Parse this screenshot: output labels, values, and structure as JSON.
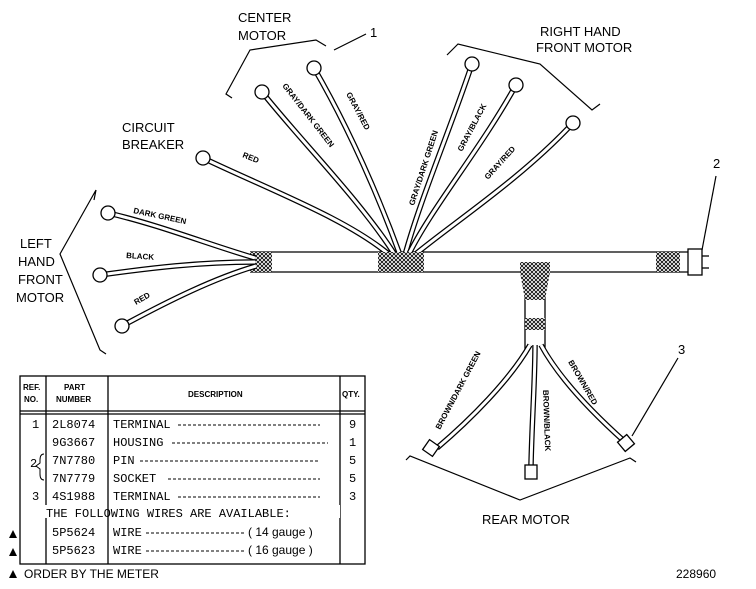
{
  "labels": {
    "center_motor": [
      "CENTER",
      "MOTOR"
    ],
    "right_hand_front_motor": [
      "RIGHT HAND",
      "FRONT MOTOR"
    ],
    "circuit_breaker": [
      "CIRCUIT",
      "BREAKER"
    ],
    "left_hand_front_motor": [
      "LEFT",
      "HAND",
      "FRONT",
      "MOTOR"
    ],
    "rear_motor": "REAR MOTOR"
  },
  "callouts": [
    "1",
    "2",
    "3"
  ],
  "wires": {
    "center_gray_dark_green": "GRAY/DARK GREEN",
    "center_gray_red": "GRAY/RED",
    "breaker_red": "RED",
    "rh_gray_dark_green": "GRAY/DARK GREEN",
    "rh_gray_black": "GRAY/BLACK",
    "rh_gray_red": "GRAY/RED",
    "lh_dark_green": "DARK GREEN",
    "lh_black": "BLACK",
    "lh_red": "RED",
    "rear_brown_dark_green": "BROWN/DARK GREEN",
    "rear_brown_black": "BROWN/BLACK",
    "rear_brown_red": "BROWN/RED"
  },
  "table": {
    "headers": {
      "ref": [
        "REF.",
        "NO."
      ],
      "part": [
        "PART",
        "NUMBER"
      ],
      "desc": "DESCRIPTION",
      "qty": "QTY."
    },
    "rows": [
      {
        "ref": "1",
        "part": "2L8074",
        "desc": "TERMINAL",
        "qty": "9"
      },
      {
        "ref": "",
        "part": "9G3667",
        "desc": "HOUSING",
        "qty": "1"
      },
      {
        "ref": "2",
        "part": "7N7780",
        "desc": "PIN",
        "qty": "5"
      },
      {
        "ref": "",
        "part": "7N7779",
        "desc": "SOCKET",
        "qty": "5"
      },
      {
        "ref": "3",
        "part": "4S1988",
        "desc": "TERMINAL",
        "qty": "3"
      }
    ],
    "wires_available_note": "THE FOLLOWING WIRES ARE AVAILABLE:",
    "wire_rows": [
      {
        "part": "5P5624",
        "desc": "WIRE",
        "gauge": "( 14 gauge )"
      },
      {
        "part": "5P5623",
        "desc": "WIRE",
        "gauge": "( 16 gauge )"
      }
    ]
  },
  "footer_note": "ORDER BY THE METER",
  "figure_number": "228960"
}
